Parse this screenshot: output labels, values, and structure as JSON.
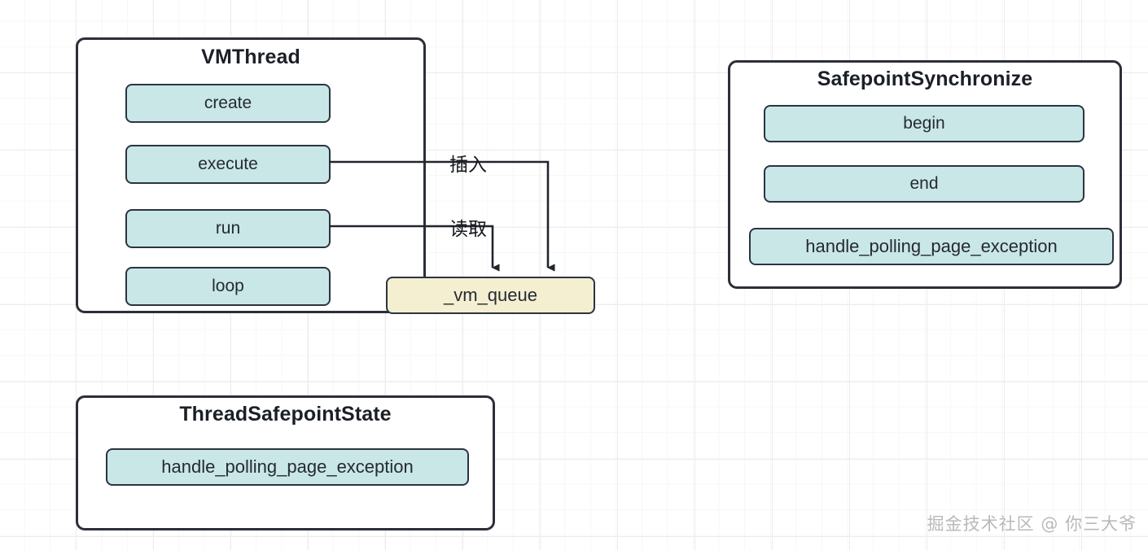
{
  "diagram": {
    "title_hidden": "",
    "panels": [
      {
        "id": "vmthread",
        "title": "VMThread",
        "methods": [
          {
            "label": "create"
          },
          {
            "label": "execute"
          },
          {
            "label": "run"
          },
          {
            "label": "loop"
          }
        ]
      },
      {
        "id": "safepointsynchronize",
        "title": "SafepointSynchronize",
        "methods": [
          {
            "label": "begin"
          },
          {
            "label": "end"
          },
          {
            "label": "handle_polling_page_exception"
          }
        ]
      },
      {
        "id": "threadsafepointstate",
        "title": "ThreadSafepointState",
        "methods": [
          {
            "label": "handle_polling_page_exception"
          }
        ]
      }
    ],
    "field_boxes": [
      {
        "id": "vm-queue",
        "label": "_vm_queue"
      }
    ],
    "edges": [
      {
        "id": "insert-edge",
        "from": "execute",
        "to": "_vm_queue",
        "label": "插入"
      },
      {
        "id": "read-edge",
        "from": "run",
        "to": "_vm_queue",
        "label": "读取"
      }
    ],
    "watermark": "掘金技术社区 @ 你三大爷",
    "colors": {
      "panel_border": "#2b2f38",
      "method_fill": "#c9e7e7",
      "method_border": "#2b3440",
      "queue_fill": "#f4efd1",
      "edge_stroke": "#22262c",
      "grid_line": "#ececec",
      "background": "#ffffff",
      "watermark_text": "#b9b9b9"
    }
  }
}
